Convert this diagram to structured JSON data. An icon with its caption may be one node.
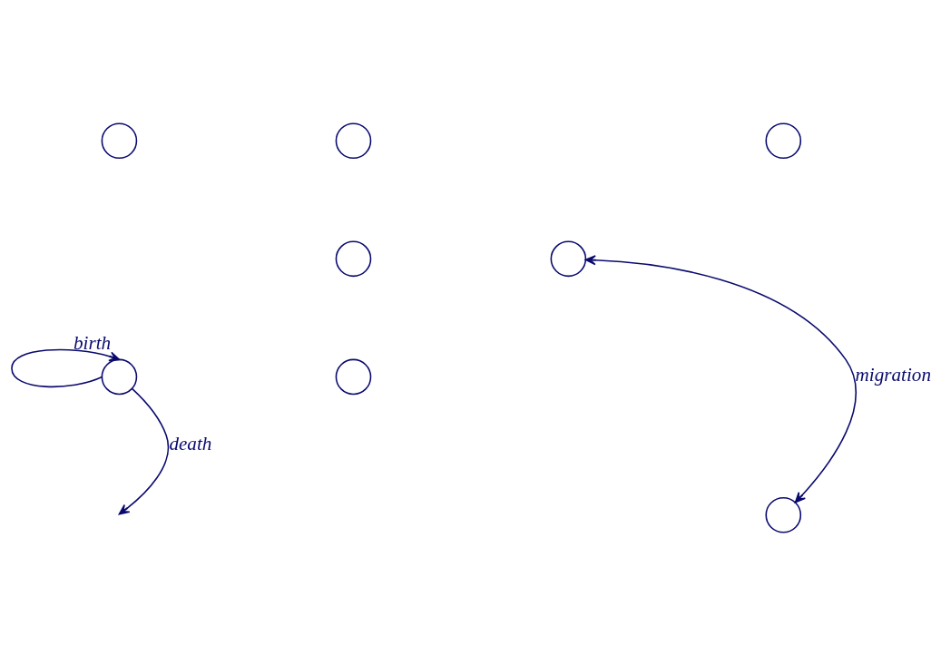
{
  "diagram": {
    "nodes": [
      {
        "text": [],
        "shape": "circle"
      },
      {
        "text": [],
        "shape": "circle"
      },
      {
        "text": [],
        "shape": "circle"
      },
      {
        "text": [],
        "shape": "circle"
      },
      {
        "text": [],
        "shape": "circle"
      },
      {
        "text": [],
        "shape": "circle"
      },
      {
        "text": [],
        "shape": "circle"
      },
      {
        "text": [],
        "shape": "circle"
      }
    ],
    "edges": [
      {
        "from": 5,
        "to": 5,
        "arrow": "to",
        "label": "birth"
      },
      {
        "from": 5,
        "to": null,
        "arrow": "to",
        "label": "death"
      },
      {
        "from": 4,
        "to": 7,
        "arrow": "both",
        "label": "migration"
      }
    ]
  }
}
